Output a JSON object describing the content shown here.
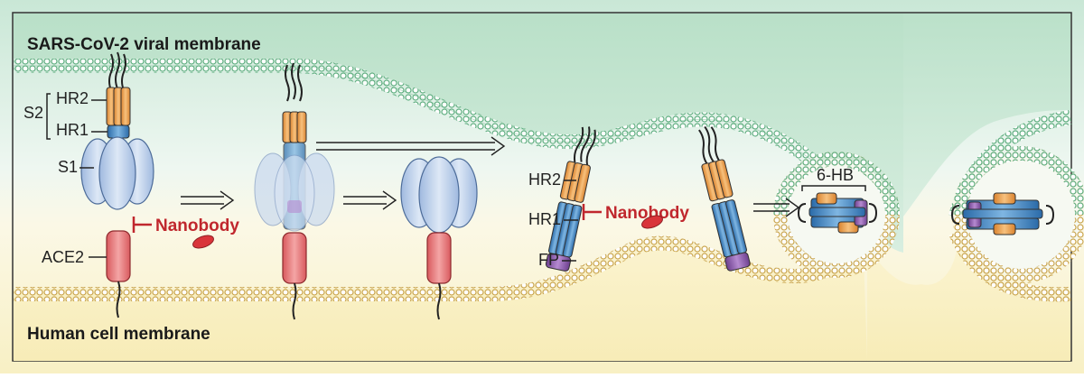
{
  "labels": {
    "viral_membrane": "SARS-CoV-2 viral membrane",
    "human_membrane": "Human cell membrane",
    "s2": "S2",
    "hr2": "HR2",
    "hr1": "HR1",
    "s1": "S1",
    "ace2": "ACE2",
    "nanobody_1": "Nanobody",
    "hr2_b": "HR2",
    "hr1_b": "HR1",
    "fp": "FP",
    "nanobody_2": "Nanobody",
    "six_hb": "6-HB"
  },
  "colors": {
    "viral_membrane": "#79c49a",
    "human_membrane": "#e3c87a",
    "top_background": "#c9e7d6",
    "bottom_background": "#f8f0c4",
    "hr2": "#f0a14b",
    "hr1": "#3e86c6",
    "fp": "#8c5aa8",
    "s1": "#b5cbe9",
    "ace2": "#e57373",
    "nanobody": "#c0272d"
  }
}
